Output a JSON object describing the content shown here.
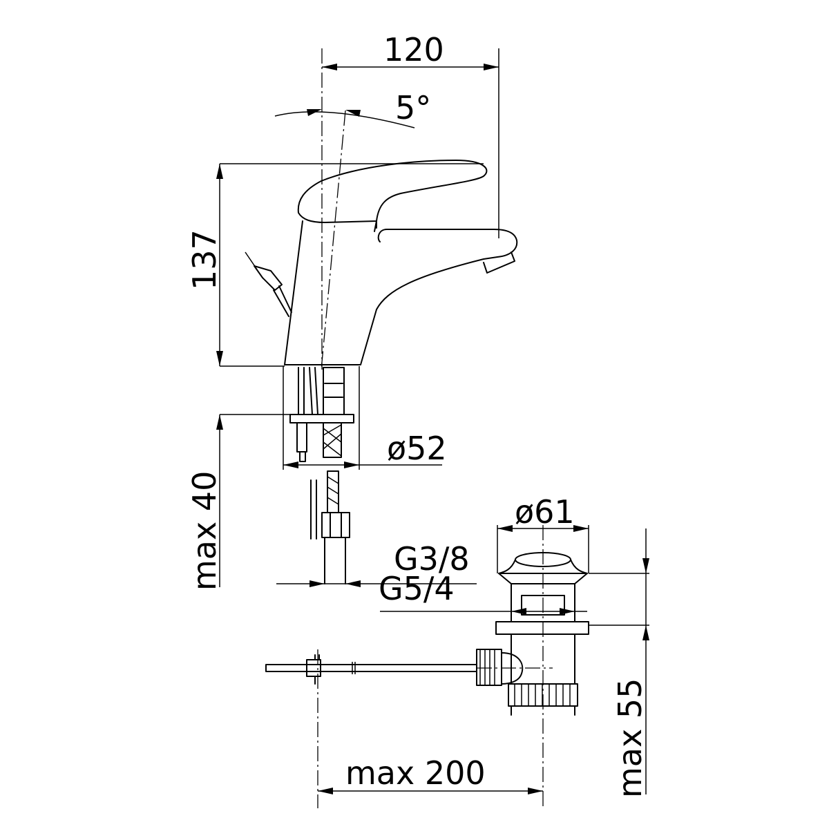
{
  "drawing": {
    "title": "Single-lever basin mixer with pop-up waste - dimension drawing",
    "dimensions": {
      "spout_reach": "120",
      "handle_angle": "5°",
      "height": "137",
      "max_deck_thickness": "max 40",
      "base_diameter": "ø52",
      "inlet_thread": "G3/8",
      "waste_diameter": "ø61",
      "waste_thread": "G5/4",
      "waste_max_height": "max 55",
      "rod_max_length": "max 200"
    },
    "line_color": "#000000",
    "background_color": "#ffffff"
  }
}
